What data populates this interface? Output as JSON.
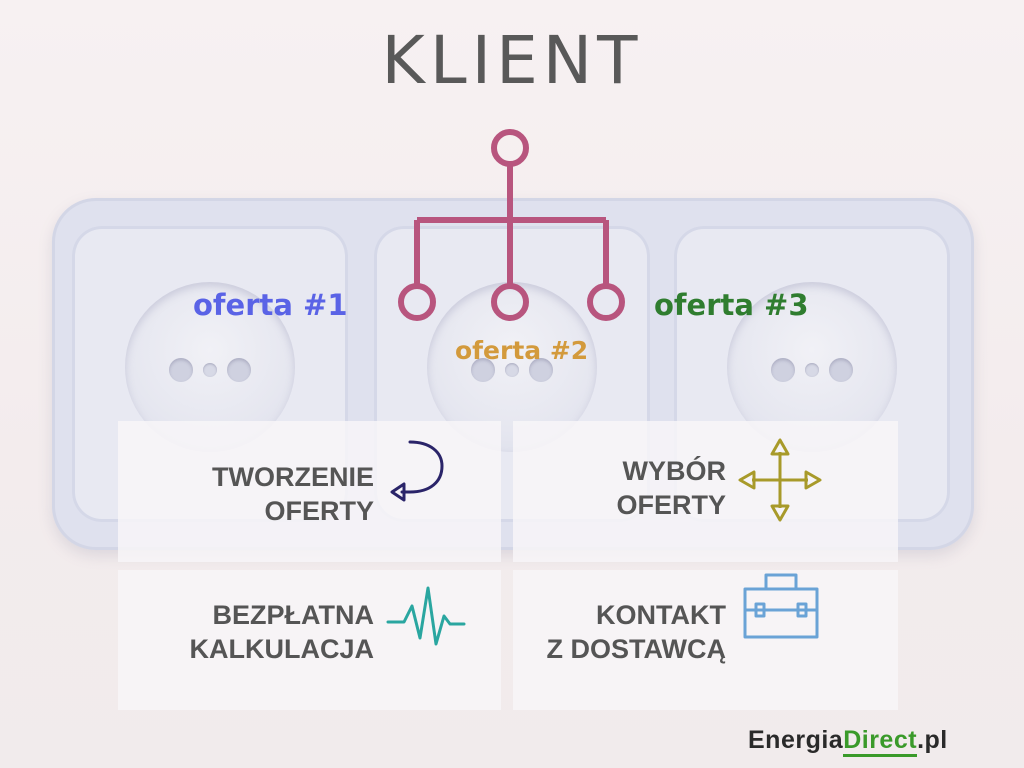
{
  "title": "KLIENT",
  "offers": {
    "offer1": "oferta  #1",
    "offer2": "oferta  #2",
    "offer3": "oferta  #3"
  },
  "features": {
    "creating": {
      "line1": "TWORZENIE",
      "line2": "OFERTY",
      "icon": "u-turn-arrow-icon"
    },
    "choosing": {
      "line1": "WYBÓR",
      "line2": "OFERTY",
      "icon": "four-way-arrows-icon"
    },
    "calculation": {
      "line1": "BEZPŁATNA",
      "line2": "KALKULACJA",
      "icon": "pulse-icon"
    },
    "contact": {
      "line1": "KONTAKT",
      "line2": "Z DOSTAWCĄ",
      "icon": "briefcase-icon"
    }
  },
  "brand": {
    "part1": "Energia",
    "part2": "Direct",
    "part3": ".pl"
  },
  "colors": {
    "title": "#595959",
    "tree": "#b8557e",
    "offer1": "#5a63e6",
    "offer2": "#d39a3c",
    "offer3": "#2f7d2f",
    "feature_text": "#555555",
    "icon_arrow": "#2a2469",
    "icon_move": "#a89a2a",
    "icon_pulse": "#2aa6a0",
    "icon_briefcase": "#6aa3d6",
    "brand_green": "#3a9a2a"
  }
}
